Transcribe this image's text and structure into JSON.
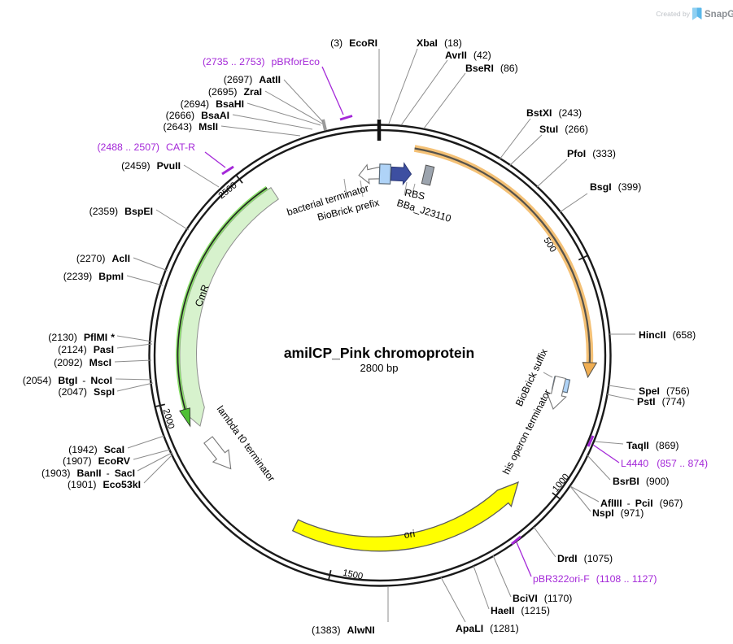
{
  "header": {
    "created_by": "Created by",
    "brand": "SnapGene"
  },
  "plasmid": {
    "title": "amilCP_Pink chromoprotein",
    "length_label": "2800 bp"
  },
  "ticks": {
    "t500": "500",
    "t1000": "1000",
    "t1500": "1500",
    "t2000": "2000",
    "t2500": "2500"
  },
  "features": {
    "bacterial_terminator": {
      "label": "bacterial terminator",
      "color": "#ffffff"
    },
    "biobrick_prefix": {
      "label": "BioBrick prefix",
      "color": "#AFD3F7"
    },
    "rbs": {
      "label": "RBS",
      "color": "#9CA4AE"
    },
    "bba_j23110": {
      "label": "BBa_J23110",
      "color": "#3D4FA1"
    },
    "cmr": {
      "label": "CmR",
      "color": "#D7F2CD",
      "line_color": "#8BE26B"
    },
    "lambda_t0_terminator": {
      "label": "lambda t0 terminator",
      "color": "#ffffff"
    },
    "ori": {
      "label": "ori",
      "color": "#FFFF00"
    },
    "his_operon_terminator": {
      "label": "his operon terminator",
      "color": "#ffffff"
    },
    "biobrick_suffix": {
      "label": "BioBrick suffix",
      "color": "#AFD3F7"
    },
    "orange_cds": {
      "color": "#F4C176",
      "core_color": "#55524B"
    }
  },
  "primers": [
    {
      "name": "pBRforEco",
      "range": "(2735 .. 2753)"
    },
    {
      "name": "CAT-R",
      "range": "(2488 .. 2507)"
    },
    {
      "name": "L4440",
      "range": "(857 .. 874)"
    },
    {
      "name": "pBR322ori-F",
      "range": "(1108 .. 1127)"
    }
  ],
  "sites": [
    {
      "pos": "(3)",
      "name": "EcoRI"
    },
    {
      "name": "XbaI",
      "pos": "(18)"
    },
    {
      "name": "AvrII",
      "pos": "(42)"
    },
    {
      "name": "BseRI",
      "pos": "(86)"
    },
    {
      "name": "BstXI",
      "pos": "(243)"
    },
    {
      "name": "StuI",
      "pos": "(266)"
    },
    {
      "name": "PfoI",
      "pos": "(333)"
    },
    {
      "name": "BsgI",
      "pos": "(399)"
    },
    {
      "name": "HincII",
      "pos": "(658)"
    },
    {
      "name": "SpeI",
      "pos": "(756)"
    },
    {
      "name": "PstI",
      "pos": "(774)"
    },
    {
      "name": "TaqII",
      "pos": "(869)"
    },
    {
      "name": "BsrBI",
      "pos": "(900)"
    },
    {
      "name": "AflIII",
      "sep": "-",
      "name2": "PciI",
      "pos": "(967)"
    },
    {
      "name": "NspI",
      "pos": "(971)"
    },
    {
      "name": "DrdI",
      "pos": "(1075)"
    },
    {
      "name": "BciVI",
      "pos": "(1170)"
    },
    {
      "name": "HaeII",
      "pos": "(1215)"
    },
    {
      "name": "ApaLI",
      "pos": "(1281)"
    },
    {
      "pos": "(1383)",
      "name": "AlwNI"
    },
    {
      "pos": "(1901)",
      "name": "Eco53kI"
    },
    {
      "pos": "(1903)",
      "name": "BanII",
      "sep": "-",
      "name2": "SacI"
    },
    {
      "pos": "(1907)",
      "name": "EcoRV"
    },
    {
      "pos": "(1942)",
      "name": "ScaI"
    },
    {
      "pos": "(2047)",
      "name": "SspI"
    },
    {
      "pos": "(2054)",
      "name": "BtgI",
      "sep": "-",
      "name2": "NcoI"
    },
    {
      "pos": "(2092)",
      "name": "MscI"
    },
    {
      "pos": "(2124)",
      "name": "PasI"
    },
    {
      "pos": "(2130)",
      "name": "PflMI",
      "star": "*"
    },
    {
      "pos": "(2239)",
      "name": "BpmI"
    },
    {
      "pos": "(2270)",
      "name": "AclI"
    },
    {
      "pos": "(2359)",
      "name": "BspEI"
    },
    {
      "pos": "(2459)",
      "name": "PvuII"
    },
    {
      "pos": "(2643)",
      "name": "MslI"
    },
    {
      "pos": "(2666)",
      "name": "BsaAI"
    },
    {
      "pos": "(2694)",
      "name": "BsaHI"
    },
    {
      "pos": "(2695)",
      "name": "ZraI"
    },
    {
      "pos": "(2697)",
      "name": "AatII"
    }
  ],
  "colors": {
    "purple": "#A428D8",
    "ring": "#1a1a1a",
    "leader": "#8c8c8c"
  }
}
